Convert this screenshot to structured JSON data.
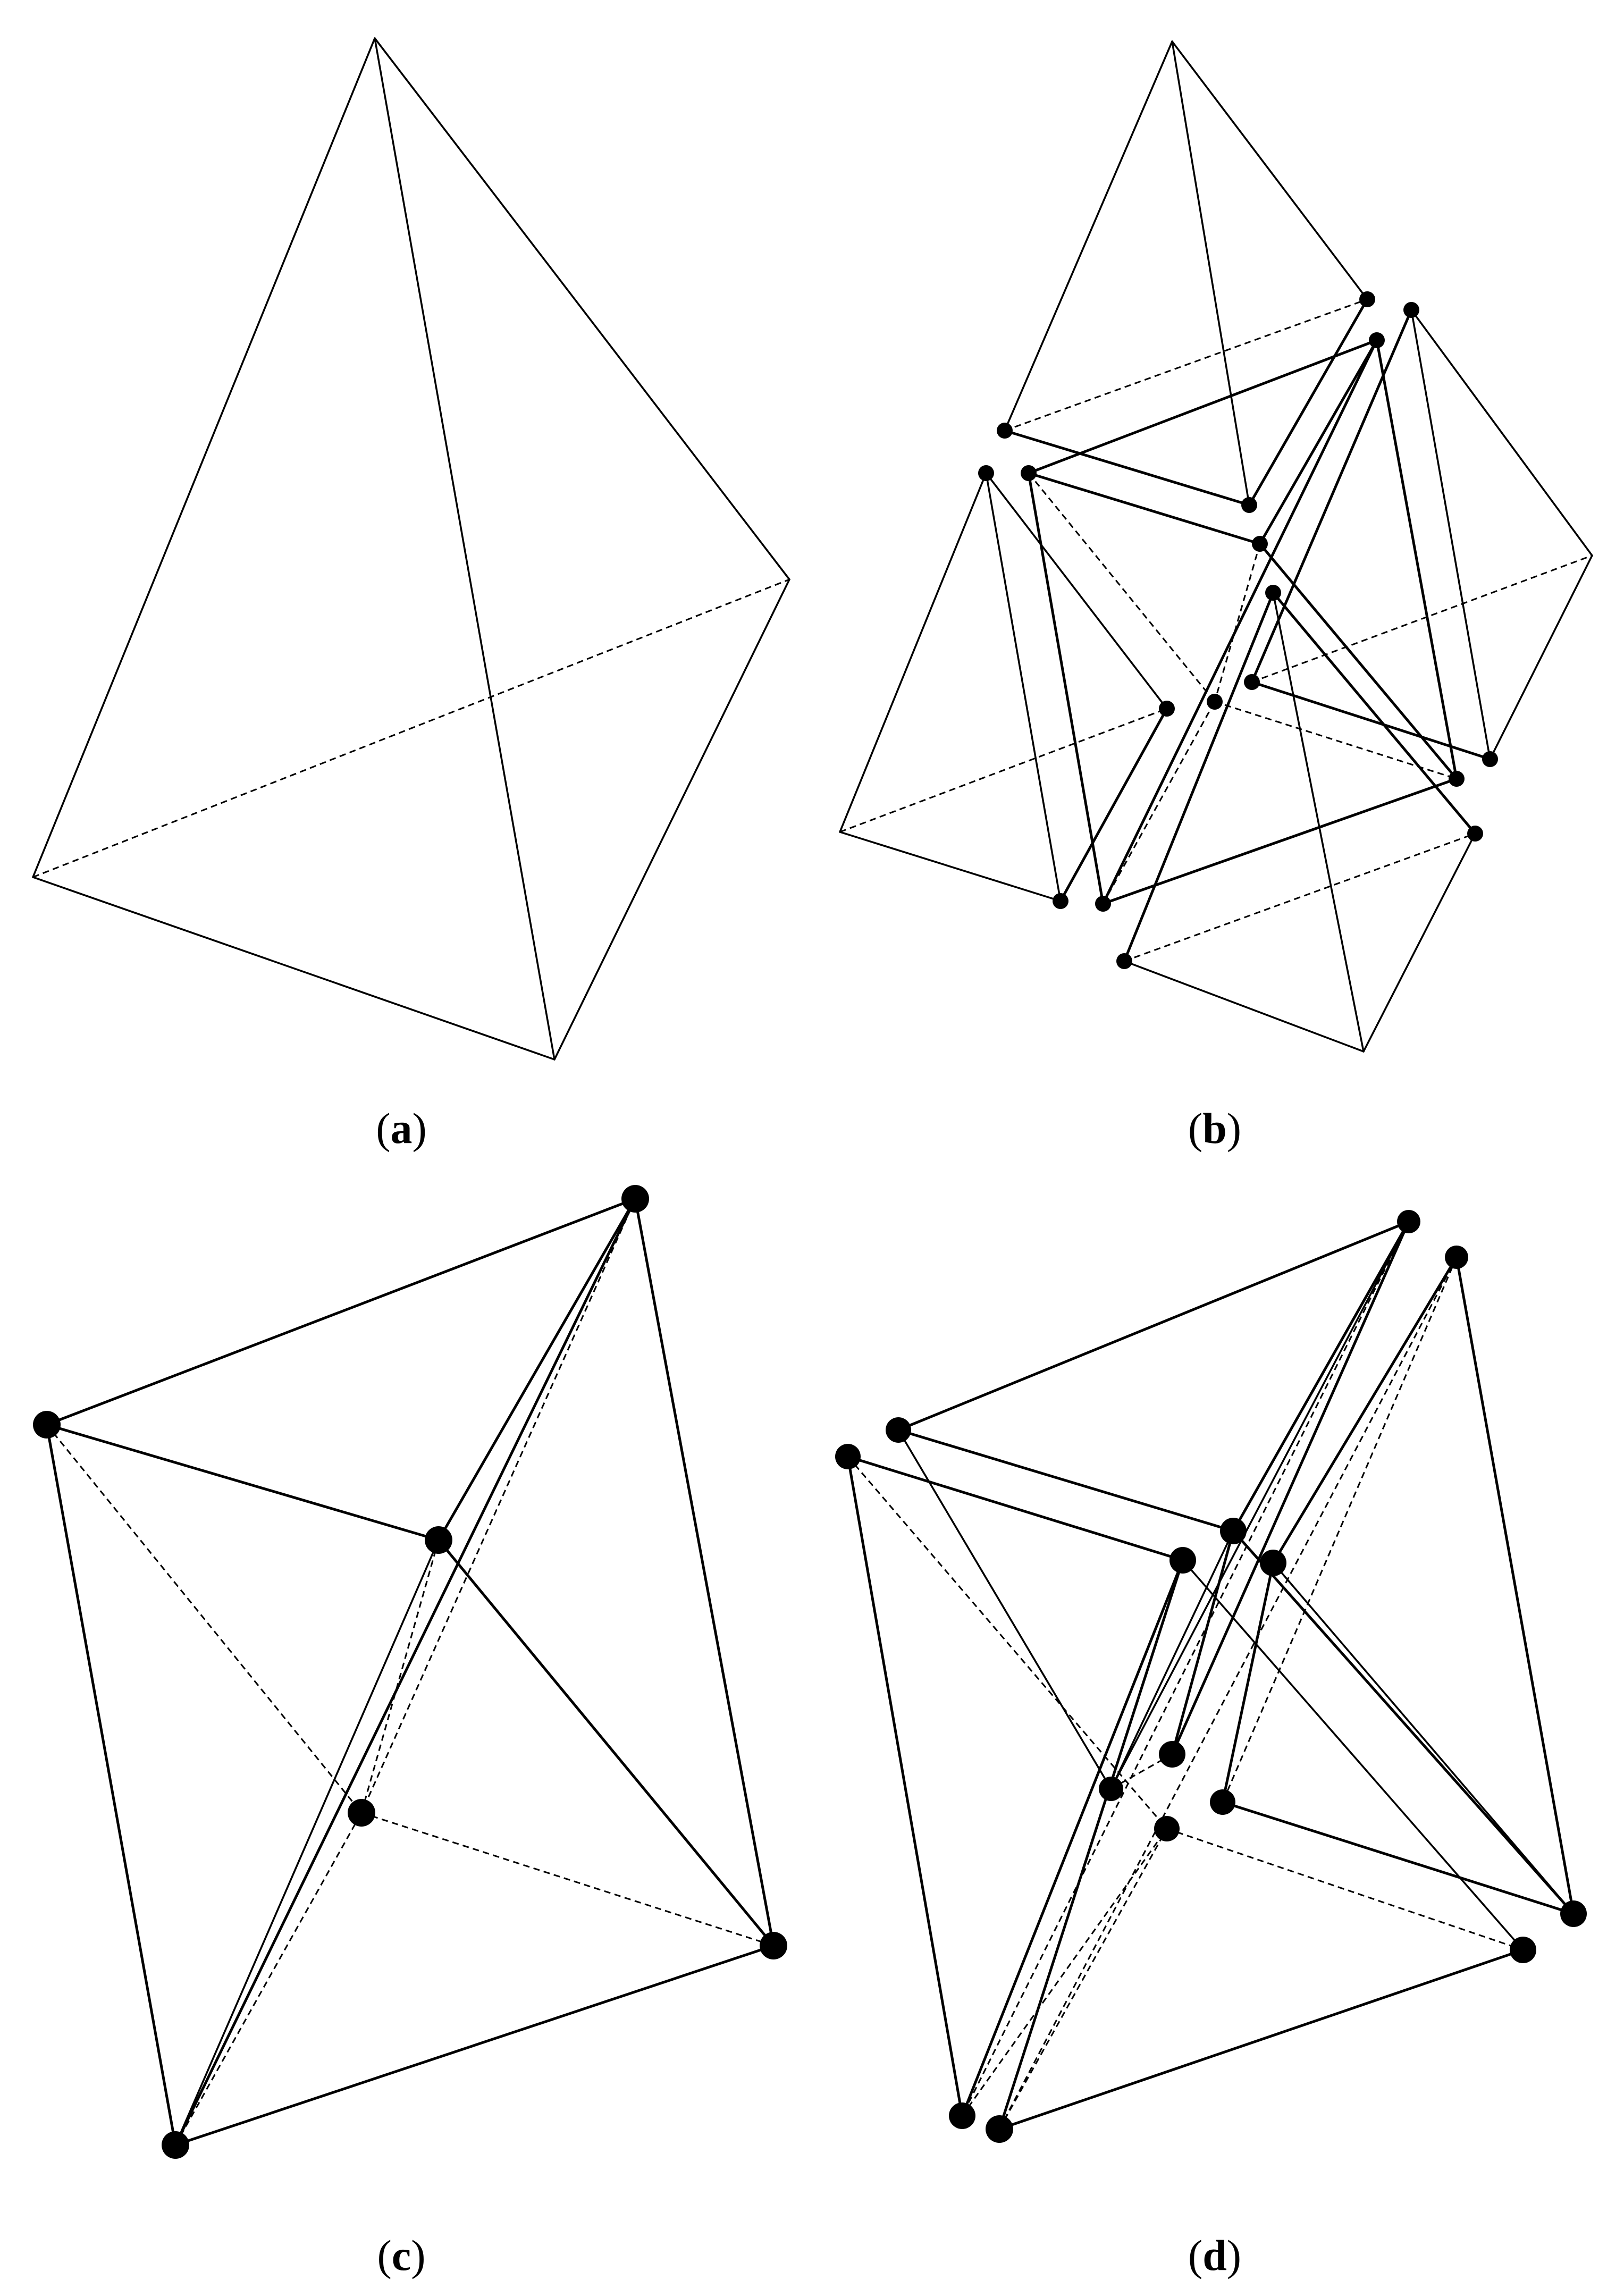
{
  "captions": {
    "a": {
      "open": "(",
      "letter": "a",
      "close": ")"
    },
    "b": {
      "open": "(",
      "letter": "b",
      "close": ")"
    },
    "c": {
      "open": "(",
      "letter": "c",
      "close": ")"
    },
    "d": {
      "open": "(",
      "letter": "d",
      "close": ")"
    }
  }
}
